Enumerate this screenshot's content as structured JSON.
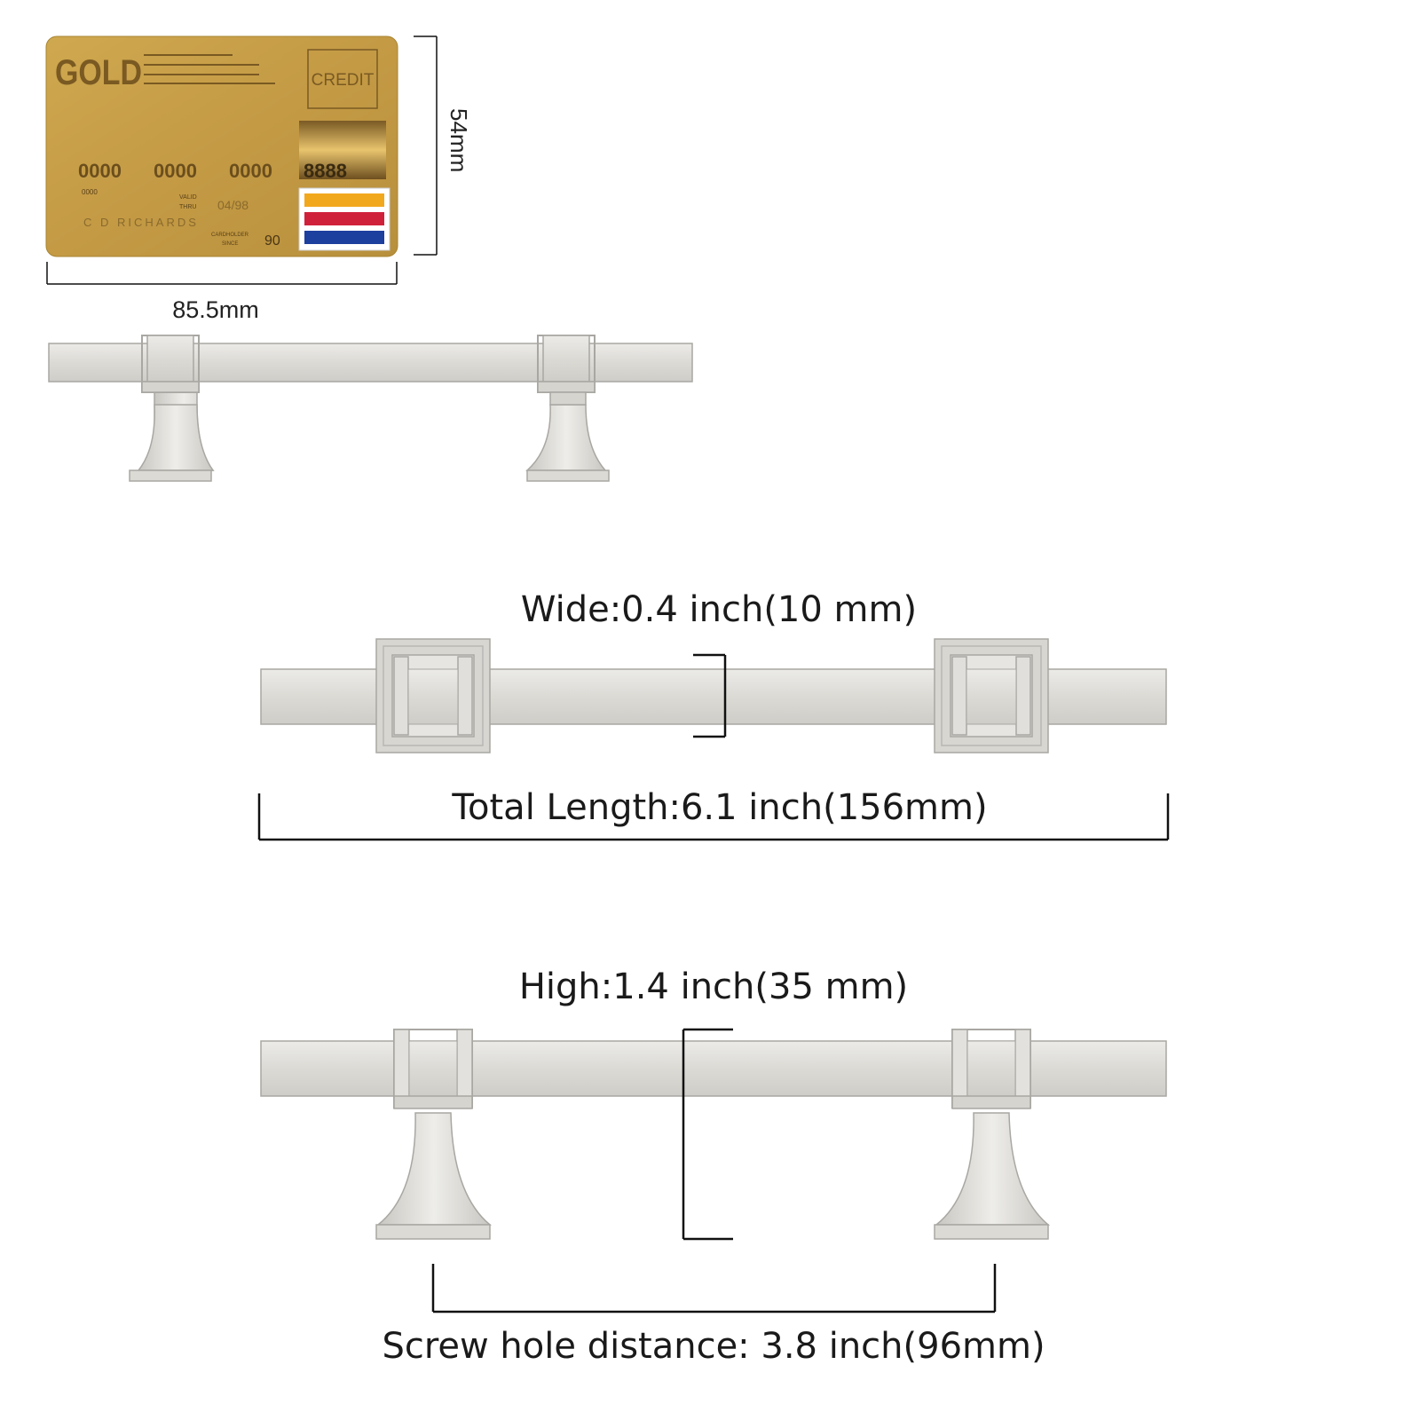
{
  "card": {
    "brand": "GOLD",
    "type": "CREDIT",
    "number_1": "0000",
    "number_2": "0000",
    "number_3": "0000",
    "number_4": "8888",
    "small_code": "0000",
    "valid_label_1": "VALID",
    "valid_label_2": "THRU",
    "valid_date": "04/98",
    "holder": "C D RICHARDS",
    "since_label_1": "CARDHOLDER",
    "since_label_2": "SINCE",
    "since_year": "90",
    "colors": {
      "gold": "#c49a45",
      "yellow": "#f2a81d",
      "red": "#d0213a",
      "blue": "#1d3f9e"
    }
  },
  "dimensions": {
    "card_height": "54mm",
    "card_width": "85.5mm",
    "wide": "Wide:0.4 inch(10 mm)",
    "total_length": "Total Length:6.1 inch(156mm)",
    "high": "High:1.4 inch(35 mm)",
    "screw_hole": "Screw hole distance: 3.8 inch(96mm)"
  },
  "colors": {
    "metal": "#dddbd6",
    "metal_edge": "#a9a7a2",
    "line": "#111111"
  }
}
